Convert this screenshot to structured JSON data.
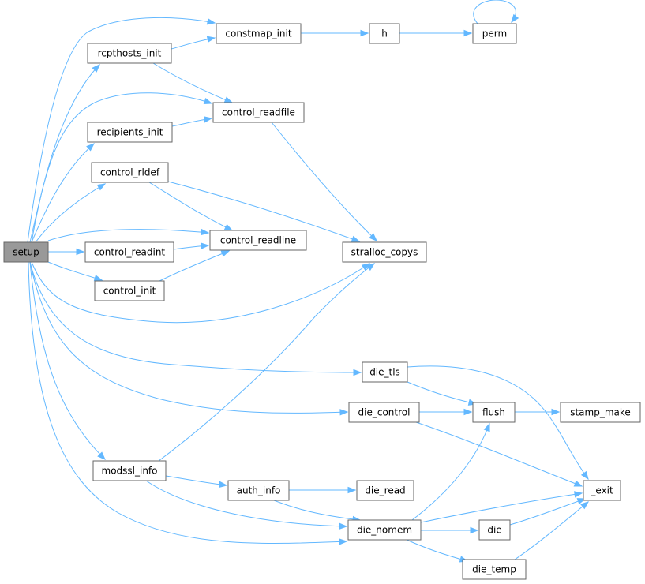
{
  "graph": {
    "edge_color": "#63b8ff",
    "node_border": "#666666",
    "root_fill": "#999999",
    "nodes": {
      "setup": {
        "label": "setup",
        "root": true
      },
      "rcpthosts_init": {
        "label": "rcpthosts_init"
      },
      "recipients_init": {
        "label": "recipients_init"
      },
      "control_rldef": {
        "label": "control_rldef"
      },
      "control_readint": {
        "label": "control_readint"
      },
      "control_init": {
        "label": "control_init"
      },
      "modssl_info": {
        "label": "modssl_info"
      },
      "constmap_init": {
        "label": "constmap_init"
      },
      "control_readfile": {
        "label": "control_readfile"
      },
      "control_readline": {
        "label": "control_readline"
      },
      "auth_info": {
        "label": "auth_info"
      },
      "h": {
        "label": "h"
      },
      "stralloc_copys": {
        "label": "stralloc_copys"
      },
      "die_tls": {
        "label": "die_tls"
      },
      "die_control": {
        "label": "die_control"
      },
      "die_read": {
        "label": "die_read"
      },
      "die_nomem": {
        "label": "die_nomem"
      },
      "perm": {
        "label": "perm"
      },
      "flush": {
        "label": "flush"
      },
      "die": {
        "label": "die"
      },
      "die_temp": {
        "label": "die_temp"
      },
      "stamp_make": {
        "label": "stamp_make"
      },
      "_exit": {
        "label": "_exit"
      }
    },
    "edges": [
      [
        "setup",
        "constmap_init"
      ],
      [
        "setup",
        "rcpthosts_init"
      ],
      [
        "setup",
        "control_readfile"
      ],
      [
        "setup",
        "recipients_init"
      ],
      [
        "setup",
        "control_rldef"
      ],
      [
        "setup",
        "control_readline"
      ],
      [
        "setup",
        "control_readint"
      ],
      [
        "setup",
        "control_init"
      ],
      [
        "setup",
        "stralloc_copys"
      ],
      [
        "setup",
        "die_tls"
      ],
      [
        "setup",
        "die_control"
      ],
      [
        "setup",
        "modssl_info"
      ],
      [
        "setup",
        "die_nomem"
      ],
      [
        "rcpthosts_init",
        "constmap_init"
      ],
      [
        "rcpthosts_init",
        "control_readfile"
      ],
      [
        "recipients_init",
        "control_readfile"
      ],
      [
        "control_rldef",
        "control_readline"
      ],
      [
        "control_rldef",
        "stralloc_copys"
      ],
      [
        "control_readint",
        "control_readline"
      ],
      [
        "control_init",
        "control_readline"
      ],
      [
        "constmap_init",
        "h"
      ],
      [
        "h",
        "perm"
      ],
      [
        "perm",
        "perm"
      ],
      [
        "control_readfile",
        "stralloc_copys"
      ],
      [
        "modssl_info",
        "stralloc_copys"
      ],
      [
        "modssl_info",
        "auth_info"
      ],
      [
        "modssl_info",
        "die_nomem"
      ],
      [
        "auth_info",
        "die_read"
      ],
      [
        "auth_info",
        "die_nomem"
      ],
      [
        "die_tls",
        "flush"
      ],
      [
        "die_tls",
        "_exit"
      ],
      [
        "die_control",
        "flush"
      ],
      [
        "die_control",
        "_exit"
      ],
      [
        "die_nomem",
        "flush"
      ],
      [
        "die_nomem",
        "_exit"
      ],
      [
        "die_nomem",
        "die"
      ],
      [
        "die_nomem",
        "die_temp"
      ],
      [
        "flush",
        "stamp_make"
      ],
      [
        "die",
        "_exit"
      ],
      [
        "die_temp",
        "_exit"
      ]
    ]
  }
}
